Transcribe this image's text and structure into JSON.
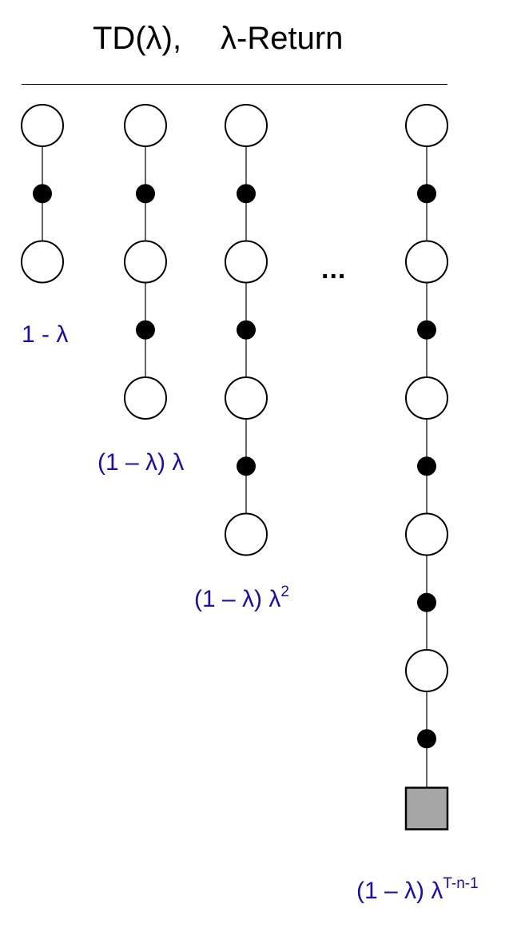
{
  "title": {
    "left": "TD(λ),",
    "right": "λ-Return"
  },
  "colors": {
    "label": "#1a0dab",
    "state_fill": "#ffffff",
    "action_fill": "#000000",
    "terminal_fill": "#a6a6a6",
    "stroke": "#000000"
  },
  "ellipsis": "...",
  "backups": [
    {
      "id": "one-step",
      "states": 2,
      "terminal": false,
      "weight": {
        "base": "1 - λ",
        "exp": ""
      }
    },
    {
      "id": "two-step",
      "states": 3,
      "terminal": false,
      "weight": {
        "base": "(1 – λ) λ",
        "exp": ""
      }
    },
    {
      "id": "three-step",
      "states": 4,
      "terminal": false,
      "weight": {
        "base": "(1 – λ) λ",
        "exp": "2"
      }
    },
    {
      "id": "monte-carlo",
      "states": 6,
      "terminal": true,
      "weight": {
        "base": "(1 – λ) λ",
        "exp": "T-n-1"
      }
    }
  ]
}
